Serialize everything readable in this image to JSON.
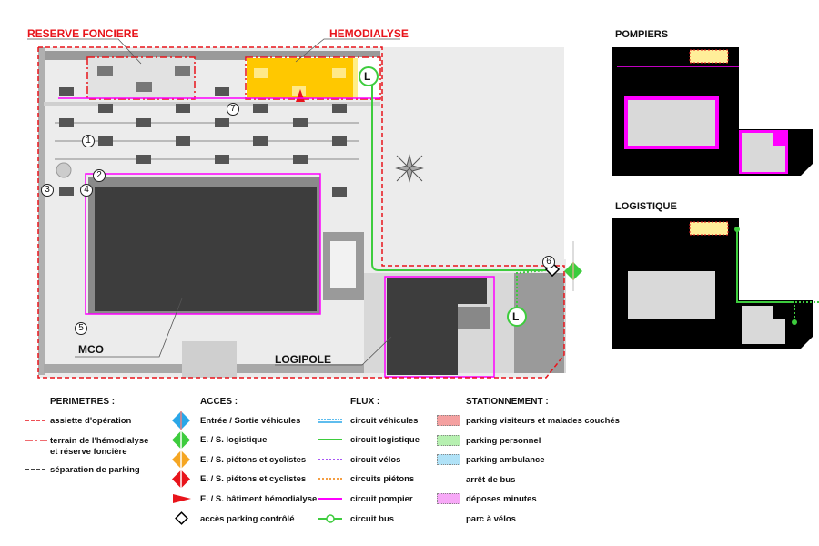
{
  "plan": {
    "labels": {
      "reserve": "RESERVE FONCIERE",
      "hemodialyse": "HEMODIALYSE",
      "mco": "MCO",
      "logipole": "LOGIPOLE",
      "bus_stop_symbol": "L"
    },
    "markers": [
      "1",
      "2",
      "3",
      "4",
      "5",
      "6",
      "7"
    ]
  },
  "insets": {
    "pompiers": "POMPIERS",
    "logistique": "LOGISTIQUE"
  },
  "legend": {
    "perimetres": {
      "title": "PERIMETRES :",
      "items": [
        "assiette d'opération",
        "terrain de l'hémodialyse",
        "et réserve  foncière",
        "séparation de parking"
      ]
    },
    "acces": {
      "title": "ACCES :",
      "items": [
        {
          "label": "Entrée / Sortie véhicules",
          "color": "#2aa7e8"
        },
        {
          "label": "E. / S. logistique",
          "color": "#3dcc3d"
        },
        {
          "label": "E. / S. piétons et cyclistes",
          "color": "#f5a623"
        },
        {
          "label": "E. / S. piétons et cyclistes",
          "color": "#e8141b"
        },
        {
          "label": "E. / S. bâtiment hémodialyse",
          "color": "#e8141b"
        },
        {
          "label": "accès parking contrôlé",
          "color": "#000000"
        }
      ]
    },
    "flux": {
      "title": "FLUX :",
      "items": [
        {
          "label": "circuit véhicules",
          "color": "#2aa7e8"
        },
        {
          "label": "circuit logistique",
          "color": "#3dcc3d"
        },
        {
          "label": "circuit vélos",
          "color": "#a855f7"
        },
        {
          "label": "circuits piétons",
          "color": "#f59e42"
        },
        {
          "label": "circuit pompier",
          "color": "#ff00ff"
        },
        {
          "label": "circuit bus",
          "color": "#3dcc3d"
        }
      ]
    },
    "stationnement": {
      "title": "STATIONNEMENT :",
      "items": [
        {
          "label": "parking visiteurs et malades couchés",
          "color": "#f4a0a0"
        },
        {
          "label": "parking  personnel",
          "color": "#b6f0b0"
        },
        {
          "label": "parking ambulance",
          "color": "#b0e2f7"
        },
        {
          "label": "arrêt de bus",
          "color": ""
        },
        {
          "label": "déposes minutes",
          "color": "#f7a8f7"
        },
        {
          "label": "parc à vélos",
          "color": ""
        }
      ]
    }
  }
}
